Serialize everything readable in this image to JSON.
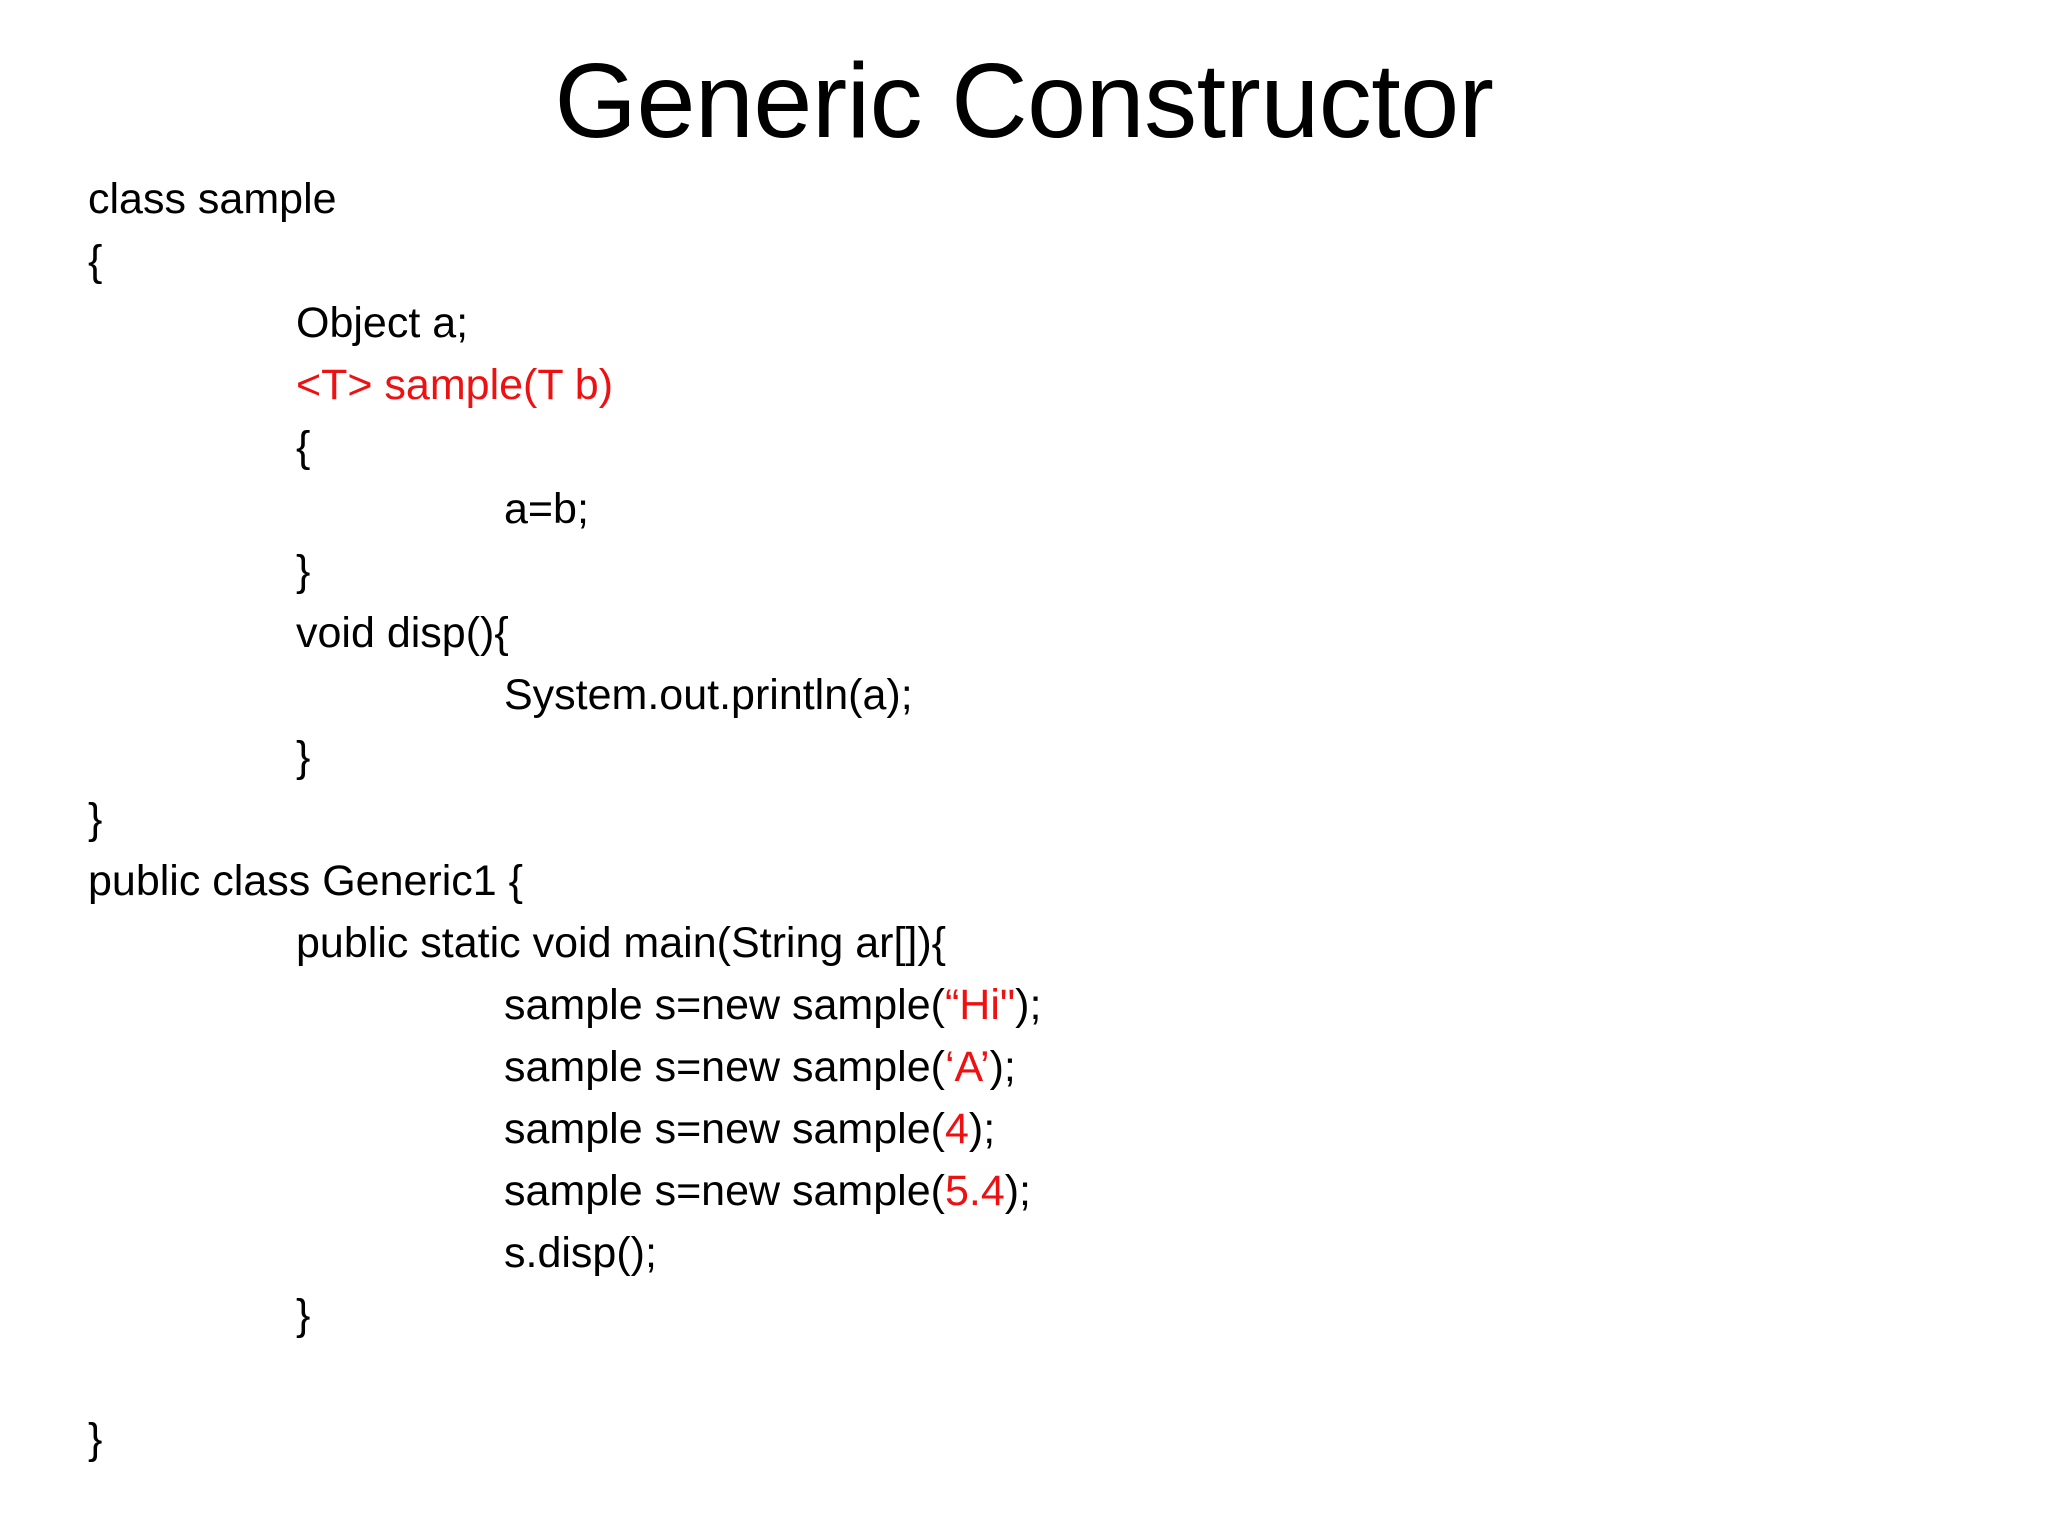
{
  "slide": {
    "title": "Generic Constructor",
    "background_color": "#ffffff",
    "text_color": "#000000",
    "accent_color": "#ee1111"
  },
  "code": {
    "language": "java",
    "lines": [
      {
        "indent": 0,
        "segments": [
          {
            "text": "class sample",
            "color": "black"
          }
        ]
      },
      {
        "indent": 0,
        "segments": [
          {
            "text": "{",
            "color": "black"
          }
        ]
      },
      {
        "indent": 1,
        "segments": [
          {
            "text": "Object a;",
            "color": "black"
          }
        ]
      },
      {
        "indent": 1,
        "segments": [
          {
            "text": "<T> sample(T b)",
            "color": "red"
          }
        ]
      },
      {
        "indent": 1,
        "segments": [
          {
            "text": "{",
            "color": "black"
          }
        ]
      },
      {
        "indent": 2,
        "segments": [
          {
            "text": "a=b;",
            "color": "black"
          }
        ]
      },
      {
        "indent": 1,
        "segments": [
          {
            "text": "}",
            "color": "black"
          }
        ]
      },
      {
        "indent": 1,
        "segments": [
          {
            "text": "void disp(){",
            "color": "black"
          }
        ]
      },
      {
        "indent": 2,
        "segments": [
          {
            "text": "System.out.println(a);",
            "color": "black"
          }
        ]
      },
      {
        "indent": 1,
        "segments": [
          {
            "text": "}",
            "color": "black"
          }
        ]
      },
      {
        "indent": 0,
        "segments": [
          {
            "text": "}",
            "color": "black"
          }
        ]
      },
      {
        "indent": 0,
        "segments": [
          {
            "text": "public class Generic1 {",
            "color": "black"
          }
        ]
      },
      {
        "indent": 1,
        "segments": [
          {
            "text": "public static void main(String ar[]){",
            "color": "black"
          }
        ]
      },
      {
        "indent": 2,
        "segments": [
          {
            "text": "sample s=new sample(",
            "color": "black"
          },
          {
            "text": "“Hi\"",
            "color": "red"
          },
          {
            "text": ");",
            "color": "black"
          }
        ]
      },
      {
        "indent": 2,
        "segments": [
          {
            "text": "sample s=new sample(",
            "color": "black"
          },
          {
            "text": "‘A’",
            "color": "red"
          },
          {
            "text": ");",
            "color": "black"
          }
        ]
      },
      {
        "indent": 2,
        "segments": [
          {
            "text": "sample s=new sample(",
            "color": "black"
          },
          {
            "text": "4",
            "color": "red"
          },
          {
            "text": ");",
            "color": "black"
          }
        ]
      },
      {
        "indent": 2,
        "segments": [
          {
            "text": "sample s=new sample(",
            "color": "black"
          },
          {
            "text": "5.4",
            "color": "red"
          },
          {
            "text": ");",
            "color": "black"
          }
        ]
      },
      {
        "indent": 2,
        "segments": [
          {
            "text": "s.disp();",
            "color": "black"
          }
        ]
      },
      {
        "indent": 1,
        "segments": [
          {
            "text": "}",
            "color": "black"
          }
        ]
      },
      {
        "indent": 0,
        "segments": [
          {
            "text": "",
            "color": "black"
          }
        ]
      },
      {
        "indent": 0,
        "segments": [
          {
            "text": "}",
            "color": "black"
          }
        ]
      }
    ]
  }
}
